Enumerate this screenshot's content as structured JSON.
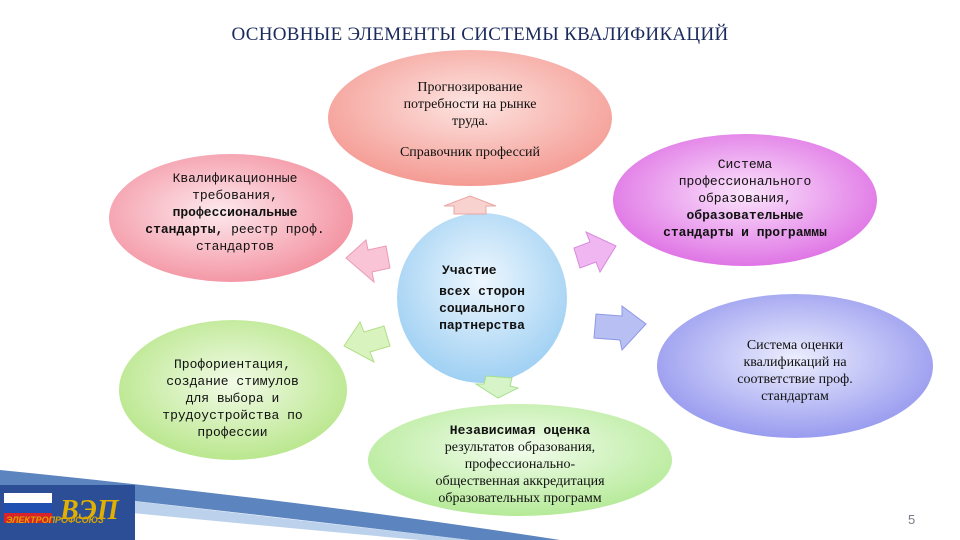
{
  "title": "ОСНОВНЫЕ ЭЛЕМЕНТЫ СИСТЕМЫ КВАЛИФИКАЦИЙ",
  "center": {
    "line1": "Участие",
    "line2": "всех сторон",
    "line3": "социального",
    "line4": "партнерства"
  },
  "top": {
    "line1": "Прогнозирование",
    "line2": "потребности на рынке",
    "line3": "труда.",
    "line4": "Справочник профессий"
  },
  "left_top": {
    "line1": "Квалификационные",
    "line2": "требования,",
    "line3": "профессиональные",
    "line4a": "стандарты,",
    "line4b": " реестр проф.",
    "line5": "стандартов"
  },
  "right_top": {
    "line1": "Система",
    "line2": "профессионального",
    "line3": "образования,",
    "line4": "образовательные",
    "line5": "стандарты и программы"
  },
  "left_bottom": {
    "line1": "Профориентация,",
    "line2": "создание стимулов",
    "line3": "для выбора и",
    "line4": "трудоустройства по",
    "line5": "профессии"
  },
  "right_bottom": {
    "line1": "Система оценки",
    "line2": "квалификаций на",
    "line3": "соответствие проф.",
    "line4": "стандартам"
  },
  "bottom": {
    "line1": "Независимая оценка",
    "line2": "результатов образования,",
    "line3": "профессионально-",
    "line4": "общественная аккредитация",
    "line5": "образовательных программ"
  },
  "logo": {
    "text": "ВЭП",
    "caption": "ЭЛЕКТРОПРОФСОЮЗ"
  },
  "page_number": "5",
  "colors": {
    "top": "#f7a8a2",
    "left_top": "#f7a6b4",
    "right_top": "#e27fe6",
    "center": "#b6dcf6",
    "left_bottom": "#c8ec9e",
    "right_bottom": "#a9aaf2",
    "bottom": "#c6f0b0",
    "title": "#1b2a5c"
  }
}
